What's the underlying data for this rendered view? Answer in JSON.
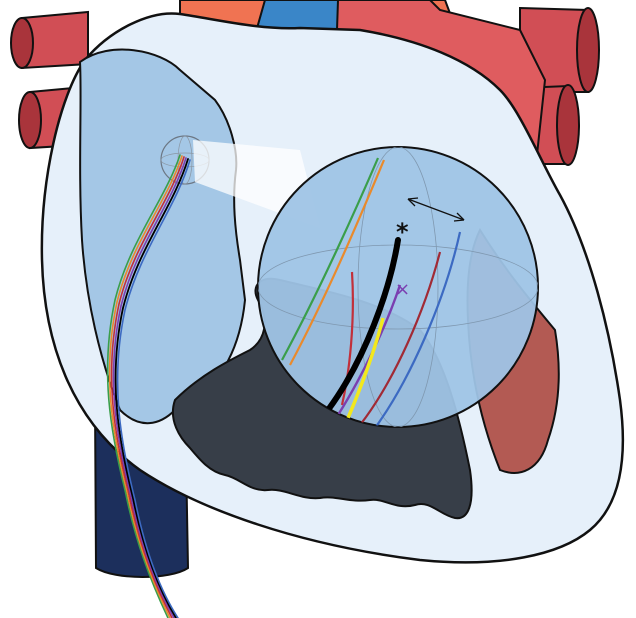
{
  "figure": {
    "annotations": {
      "asterisk": "*",
      "cross": "×"
    },
    "colors": {
      "background": "#ffffff",
      "artery_red": "#d14e55",
      "artery_red_dark": "#a9343b",
      "pulm_orange": "#f07352",
      "aorta_red": "#df5c5f",
      "svc_blue": "#3a86c8",
      "ivc_navy": "#1c2f5c",
      "chamber_pale": "#e6f0fa",
      "atrium_light": "#a4c7e6",
      "ventricle_dark": "#373e48",
      "lv_wall": "#b35a53",
      "outline": "#111111",
      "magnifier_fill": "#9fc4e6",
      "lead_black": "#000000",
      "lead_yellow": "#f2e81d",
      "lead_purple": "#7a3fb0",
      "lead_red": "#c2303a",
      "lead_darkred": "#a12a35",
      "lead_blue": "#3c6ac2",
      "lead_green": "#3a9e4a",
      "lead_orange": "#e98a2c"
    },
    "leads": [
      {
        "name": "black",
        "color": "#000000"
      },
      {
        "name": "yellow",
        "color": "#f2e81d"
      },
      {
        "name": "purple",
        "color": "#7a3fb0"
      },
      {
        "name": "red",
        "color": "#c2303a"
      },
      {
        "name": "dark-red",
        "color": "#a12a35"
      },
      {
        "name": "blue",
        "color": "#3c6ac2"
      },
      {
        "name": "green",
        "color": "#3a9e4a"
      },
      {
        "name": "orange",
        "color": "#e98a2c"
      }
    ]
  }
}
